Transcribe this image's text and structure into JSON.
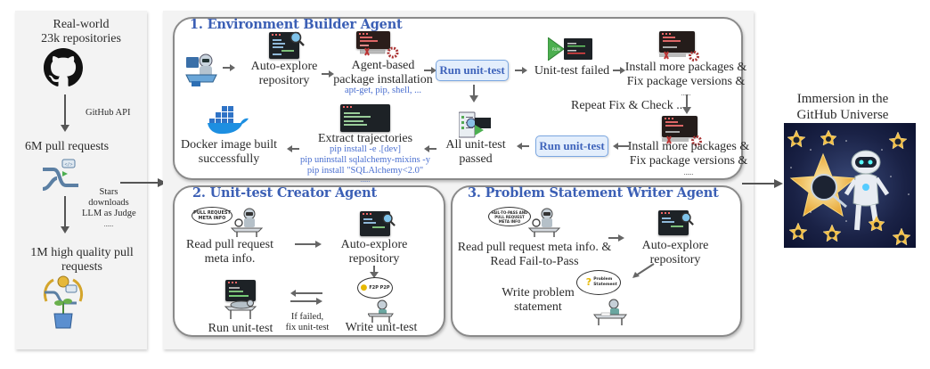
{
  "left_panel": {
    "source_title_line1": "Real-world",
    "source_title_line2": "23k repositories",
    "github_api_label": "GitHub API",
    "pull_requests_label": "6M pull requests",
    "filter_labels": [
      "Stars",
      "downloads",
      "LLM as Judge",
      "......"
    ],
    "high_quality_line1": "1M high quality pull",
    "high_quality_line2": "requests"
  },
  "env_builder": {
    "title": "1. Environment Builder Agent",
    "auto_explore_line1": "Auto-explore",
    "auto_explore_line2": "repository",
    "agent_install_line1": "Agent-based",
    "agent_install_line2": "package installation",
    "agent_install_tools": "apt-get, pip, shell, ...",
    "run_unit_test_top": "Run unit-test",
    "unit_test_failed": "Unit-test failed",
    "install_more_top_line1": "Install more packages &",
    "install_more_top_line2": "Fix package versions &",
    "install_more_top_ellipsis": "......",
    "repeat_label": "Repeat Fix & Check ....",
    "install_more_bottom_line1": "Install more packages &",
    "install_more_bottom_line2": "Fix package versions &",
    "install_more_bottom_ellipsis": "......",
    "run_unit_test_bottom": "Run unit-test",
    "all_passed_line1": "All unit-test",
    "all_passed_line2": "passed",
    "extract_title": "Extract trajectories",
    "extract_cmds": [
      "pip install -e .[dev]",
      "pip uninstall sqlalchemy-mixins -y",
      "pip install \"SQLAlchemy<2.0\"",
      "......"
    ],
    "docker_line1": "Docker image built",
    "docker_line2": "successfully"
  },
  "unit_test_creator": {
    "title": "2. Unit-test Creator Agent",
    "cloud_text": "PULL REQUEST META INFO",
    "read_pr_line1": "Read pull request",
    "read_pr_line2": "meta info.",
    "auto_explore_line1": "Auto-explore",
    "auto_explore_line2": "repository",
    "thought_cloud_text": "F2P P2P",
    "run_unit_test": "Run unit-test",
    "if_failed_line1": "If failed,",
    "if_failed_line2": "fix unit-test",
    "write_unit_test": "Write unit-test"
  },
  "problem_writer": {
    "title": "3. Problem Statement Writer Agent",
    "cloud_text": "FAIL-TO-PASS AND PULL REQUEST META INFO",
    "read_line1": "Read pull request meta info. &",
    "read_line2": "Read Fail-to-Pass",
    "auto_explore_line1": "Auto-explore",
    "auto_explore_line2": "repository",
    "problem_cloud_text": "Problem Statement",
    "write_line1": "Write problem",
    "write_line2": "statement"
  },
  "output": {
    "title_line1": "Immersion in the",
    "title_line2": "GitHub Universe"
  },
  "colors": {
    "title_blue": "#3b5fb5",
    "cmd_blue": "#4a6fd0",
    "run_button_bg": "#e3eefc",
    "run_button_border": "#7aa6e0",
    "panel_bg": "#f3f3f3"
  }
}
